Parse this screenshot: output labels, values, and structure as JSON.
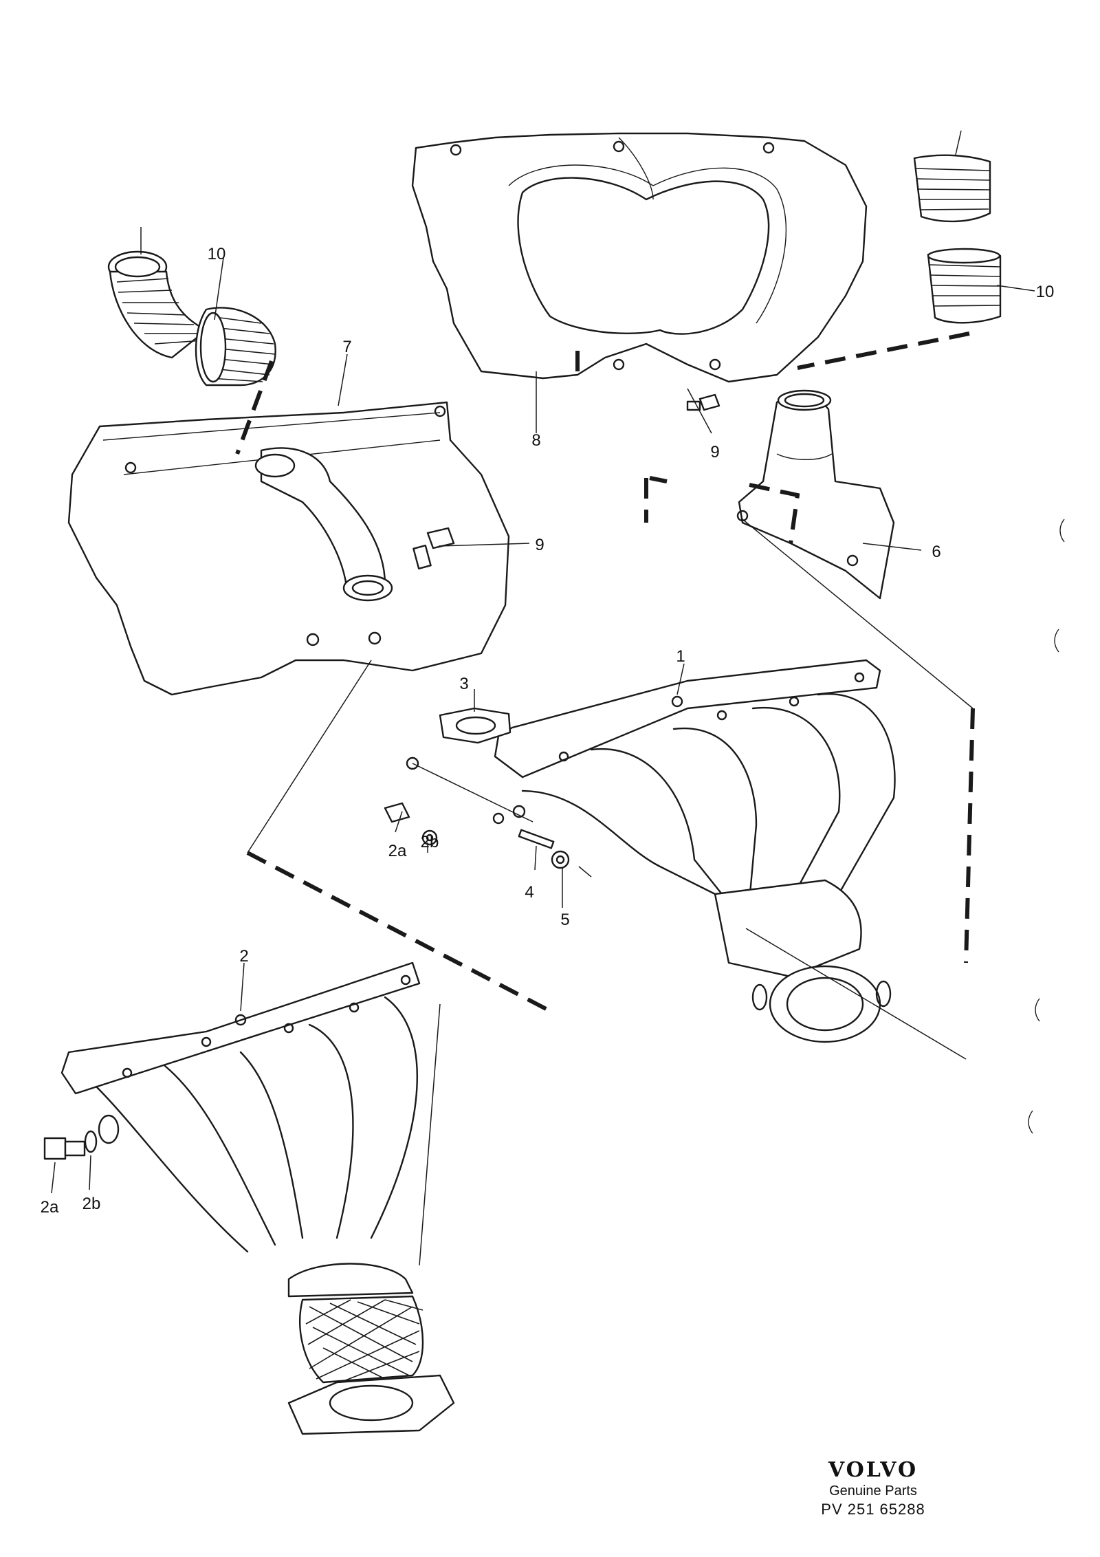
{
  "callouts": {
    "c10_left": "10",
    "c7": "7",
    "c9_left": "9",
    "c8": "8",
    "c9_right": "9",
    "c10_right": "10",
    "c6": "6",
    "c1": "1",
    "c3": "3",
    "c2a_upper": "2a",
    "c2b_upper": "2b",
    "c4": "4",
    "c5": "5",
    "c2": "2",
    "c2a_lower": "2a",
    "c2b_lower": "2b"
  },
  "footer": {
    "brand": "VOLVO",
    "subtitle": "Genuine Parts",
    "code": "PV 251 65288"
  }
}
